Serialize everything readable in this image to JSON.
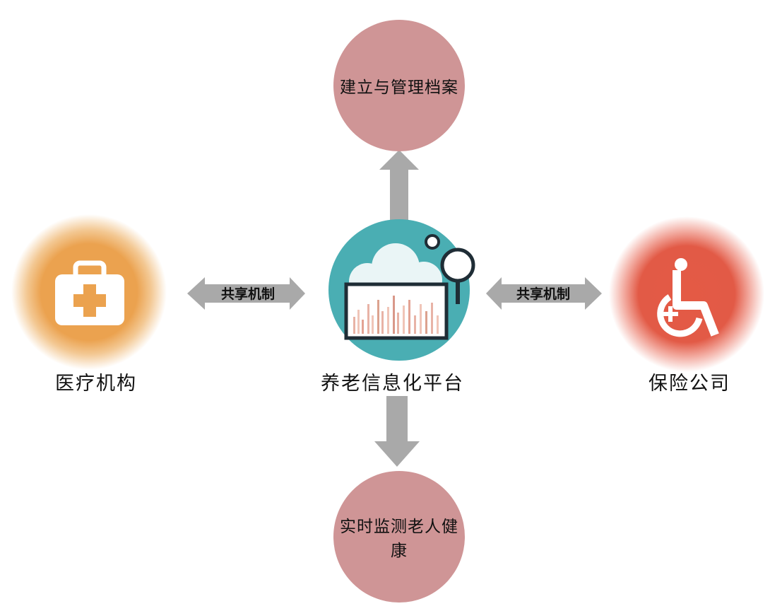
{
  "nodes": {
    "top": {
      "label": "建立与管理档案"
    },
    "bottom": {
      "label": "实时监测老人健康"
    },
    "left": {
      "label": "医疗机构"
    },
    "center": {
      "label": "养老信息化平台"
    },
    "right": {
      "label": "保险公司"
    }
  },
  "arrows": {
    "left": {
      "label": "共享机制"
    },
    "right": {
      "label": "共享机制"
    }
  },
  "colors": {
    "record_circle": "#cf9596",
    "medical_icon": "#eba24f",
    "insurance_icon": "#e05a44",
    "platform_icon": "#4aaeb3",
    "arrow": "#a9a9a9"
  },
  "icons": {
    "medical": "first-aid-kit-icon",
    "platform": "cloud-analytics-icon",
    "insurance": "wheelchair-icon"
  }
}
